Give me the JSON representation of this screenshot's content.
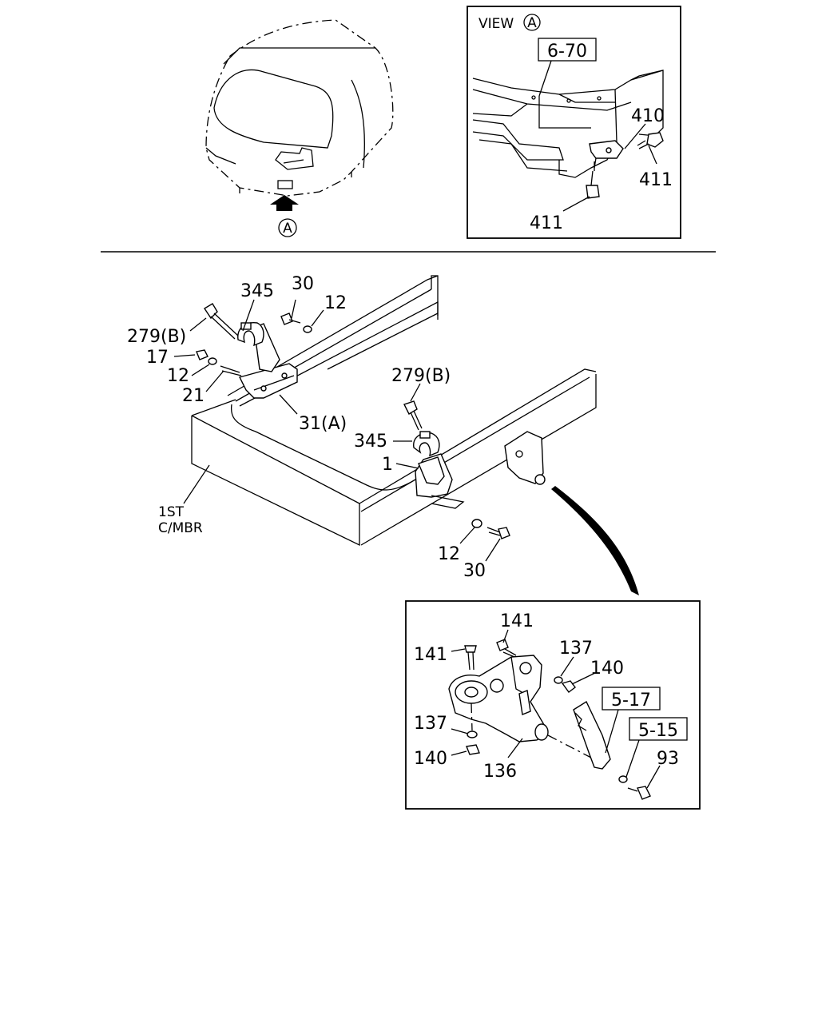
{
  "view_box": {
    "title": "VIEW",
    "circle_letter": "A",
    "labels": {
      "ref": "6-70",
      "p410": "410",
      "p411a": "411",
      "p411b": "411"
    }
  },
  "cab": {
    "circle_letter": "A"
  },
  "main": {
    "labels": {
      "p345a": "345",
      "p30a": "30",
      "p12a": "12",
      "p279a": "279(B)",
      "p17": "17",
      "p12b": "12",
      "p21": "21",
      "p31": "31(A)",
      "p279b": "279(B)",
      "p345b": "345",
      "p1": "1",
      "p12c": "12",
      "p30b": "30",
      "member1": "1ST",
      "member2": "C/MBR"
    }
  },
  "detail_box": {
    "labels": {
      "p141a": "141",
      "p141b": "141",
      "p137a": "137",
      "p140a": "140",
      "ref517": "5-17",
      "ref515": "5-15",
      "p137b": "137",
      "p140b": "140",
      "p136": "136",
      "p93": "93"
    }
  }
}
